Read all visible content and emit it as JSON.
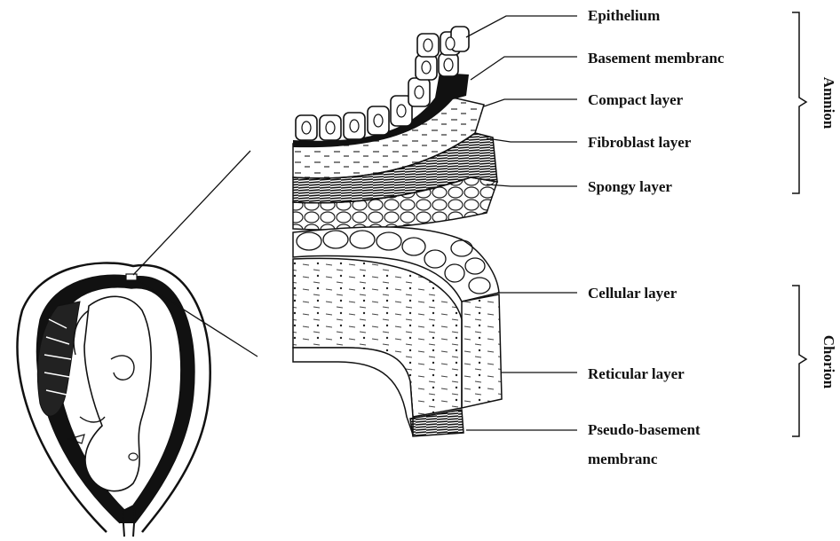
{
  "labels": {
    "epithelium": "Epithelium",
    "basement_membrane": "Basement membranc",
    "compact_layer": "Compact layer",
    "fibroblast_layer": "Fibroblast layer",
    "spongy_layer": "Spongy layer",
    "cellular_layer": "Cellular layer",
    "reticular_layer": "Reticular layer",
    "pseudo_basement_line1": "Pseudo-basement",
    "pseudo_basement_line2": "membranc"
  },
  "groups": {
    "amnion": "Amnion",
    "chorion": "Chorion"
  }
}
